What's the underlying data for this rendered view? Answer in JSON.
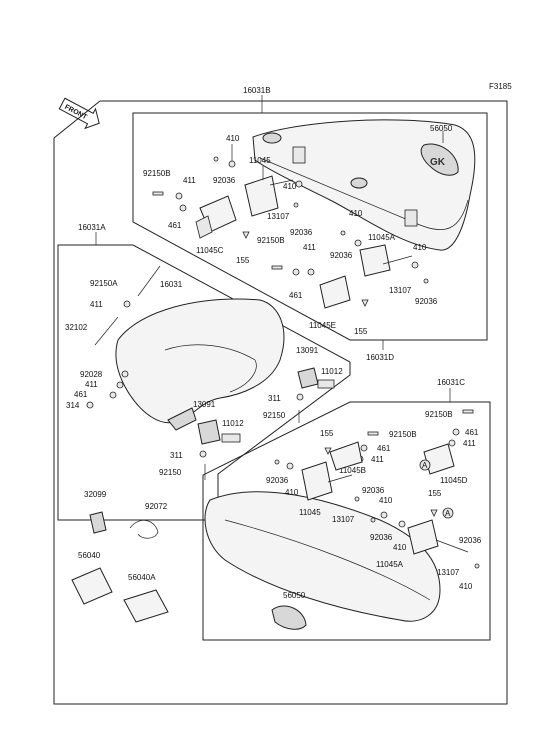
{
  "figure_code": "F3185",
  "front_label": "FRONT",
  "labels": {
    "l16031B": "16031B",
    "l16031A": "16031A",
    "l16031C": "16031C",
    "l16031D": "16031D",
    "l16031": "16031",
    "l56050a": "56050",
    "l56050b": "56050",
    "l410a": "410",
    "l410b": "410",
    "l410c": "410",
    "l410d": "410",
    "l410e": "410",
    "l410f": "410",
    "l11045a": "11045",
    "l11045b": "11045",
    "l11045A1": "11045A",
    "l11045A2": "11045A",
    "l11045B": "11045B",
    "l11045C": "11045C",
    "l11045D": "11045D",
    "l11045E": "11045E",
    "l92150B1": "92150B",
    "l92150B2": "92150B",
    "l92150B3": "92150B",
    "l92150B4": "92150B",
    "l92150A": "92150A",
    "l92150a": "92150",
    "l92150b": "92150",
    "l411a": "411",
    "l411b": "411",
    "l411c": "411",
    "l411d": "411",
    "l411e": "411",
    "l411f": "411",
    "l92036a": "92036",
    "l92036b": "92036",
    "l92036c": "92036",
    "l92036d": "92036",
    "l92036e": "92036",
    "l92036f": "92036",
    "l92036g": "92036",
    "l92036h": "92036",
    "l461a": "461",
    "l461b": "461",
    "l461c": "461",
    "l461d": "461",
    "l461e": "461",
    "l13107a": "13107",
    "l13107b": "13107",
    "l13107c": "13107",
    "l13107d": "13107",
    "l155a": "155",
    "l155b": "155",
    "l155c": "155",
    "l155d": "155",
    "l32102": "32102",
    "l92028": "92028",
    "l314": "314",
    "l13091a": "13091",
    "l13091b": "13091",
    "l11012a": "11012",
    "l11012b": "11012",
    "l311a": "311",
    "l311b": "311",
    "l32099": "32099",
    "l92072": "92072",
    "l56040": "56040",
    "l56040A": "56040A",
    "l_A1": "A",
    "l_A2": "A"
  }
}
